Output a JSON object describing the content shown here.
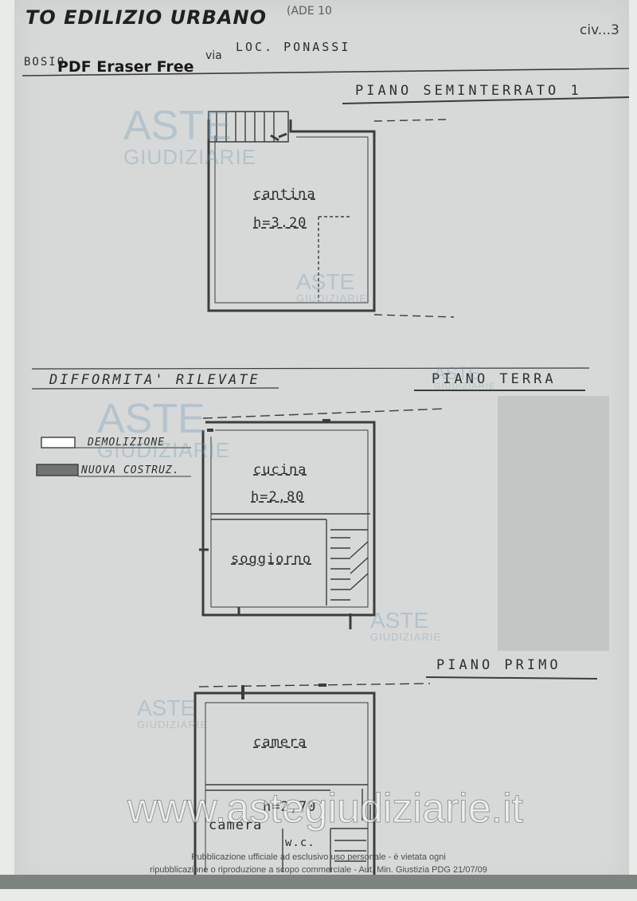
{
  "header": {
    "title": "TO EDILIZIO URBANO",
    "title_suffix": "(ADE 10",
    "civ": "civ...3",
    "locality_prefix": "BOSIO",
    "via": "via",
    "location": "LOC. PONASSI"
  },
  "overlay_text": "PDF Eraser Free",
  "sections": {
    "basement": {
      "heading": "PIANO SEMINTERRATO 1",
      "rooms": [
        {
          "name": "cantina",
          "height": "h=3.20"
        }
      ]
    },
    "ground": {
      "heading": "PIANO TERRA",
      "rooms": [
        {
          "name": "cucina",
          "height": "h=2,80"
        },
        {
          "name": "soggiorno"
        }
      ]
    },
    "first": {
      "heading": "PIANO PRIMO",
      "rooms": [
        {
          "name": "camera"
        },
        {
          "name": "camera"
        },
        {
          "name": "w.c."
        }
      ],
      "height": "h=2,70"
    }
  },
  "legend": {
    "title": "DIFFORMITA' RILEVATE",
    "items": [
      {
        "label": "DEMOLIZIONE",
        "swatch": "#ffffff"
      },
      {
        "label": "NUOVA COSTRUZ.",
        "swatch": "#6f7470"
      }
    ]
  },
  "watermarks": {
    "brand_top": "ASTE",
    "brand_bottom": "GIUDIZIARIE",
    "site": "www.astegiudiziarie.it",
    "color": "#6e96b9"
  },
  "footer": {
    "line1": "Pubblicazione ufficiale ad esclusivo uso personale - è vietata ogni",
    "line2": "ripubblicazione o riproduzione a scopo commerciale - Aut. Min. Giustizia PDG 21/07/09"
  }
}
